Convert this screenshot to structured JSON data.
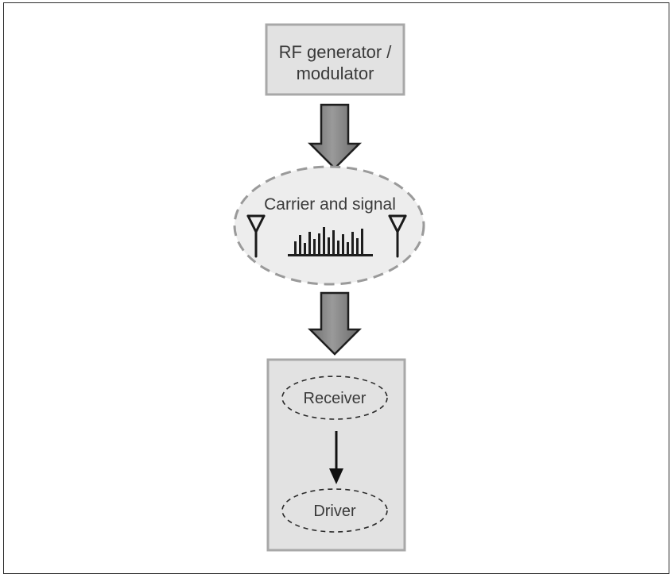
{
  "diagram": {
    "generator": {
      "line1": "RF generator /",
      "line2": "modulator"
    },
    "carrier": {
      "label": "Carrier and signal"
    },
    "receiver": {
      "label": "Receiver"
    },
    "driver": {
      "label": "Driver"
    }
  },
  "colors": {
    "box_fill": "#e2e2e2",
    "box_border": "#a8a8a8",
    "arrow_fill": "#8a8a8a",
    "dashed_border": "#9a9a9a",
    "ellipse_fill": "#ededed",
    "text": "#3a3a3a"
  }
}
